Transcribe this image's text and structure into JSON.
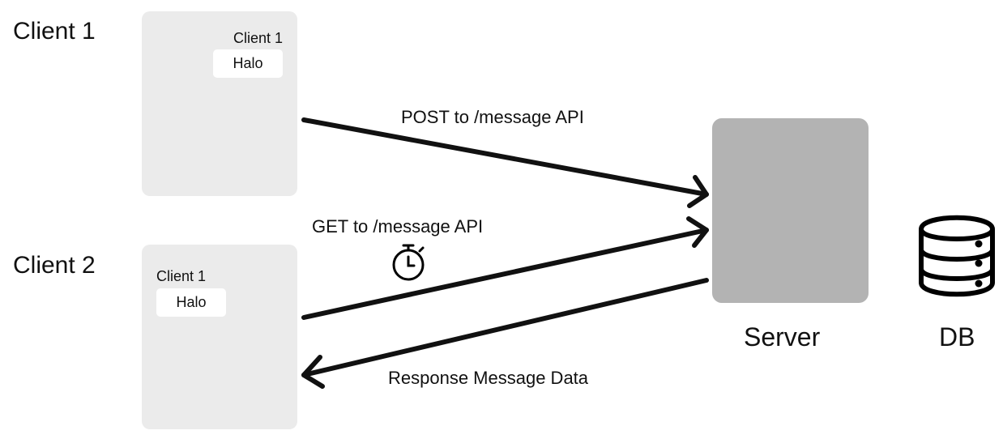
{
  "client1": {
    "title": "Client 1",
    "chat": {
      "sender": "Client 1",
      "message": "Halo"
    }
  },
  "client2": {
    "title": "Client 2",
    "chat": {
      "sender": "Client 1",
      "message": "Halo"
    }
  },
  "server": {
    "label": "Server",
    "color": "#b3b3b3"
  },
  "db": {
    "label": "DB"
  },
  "edges": {
    "post": "POST to /message API",
    "get": "GET to /message API",
    "response": "Response Message Data"
  },
  "icons": {
    "timer": "stopwatch-icon",
    "database": "database-icon"
  }
}
